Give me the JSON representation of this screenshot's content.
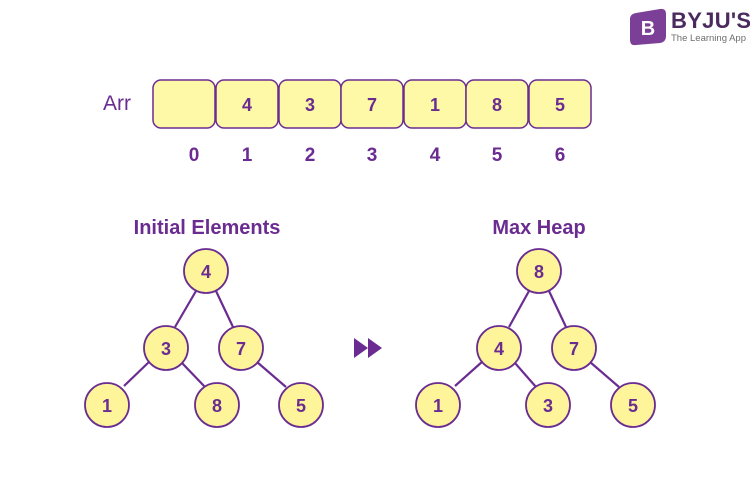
{
  "logo": {
    "brand": "BYJU'S",
    "tagline": "The Learning App",
    "glyph": "B",
    "color": "#7B3F98"
  },
  "array": {
    "label": "Arr",
    "cells": [
      "",
      "4",
      "3",
      "7",
      "1",
      "8",
      "5"
    ],
    "indices": [
      "0",
      "1",
      "2",
      "3",
      "4",
      "5",
      "6"
    ]
  },
  "initial_tree": {
    "title": "Initial Elements",
    "nodes": [
      "4",
      "3",
      "7",
      "1",
      "8",
      "5"
    ]
  },
  "max_heap": {
    "title": "Max Heap",
    "nodes": [
      "8",
      "4",
      "7",
      "1",
      "3",
      "5"
    ]
  },
  "transition_icon": "fast-forward-icon",
  "colors": {
    "accent": "#6B2C91",
    "fill": "#FEF59A",
    "cell_fill": "#FEF9A6"
  }
}
